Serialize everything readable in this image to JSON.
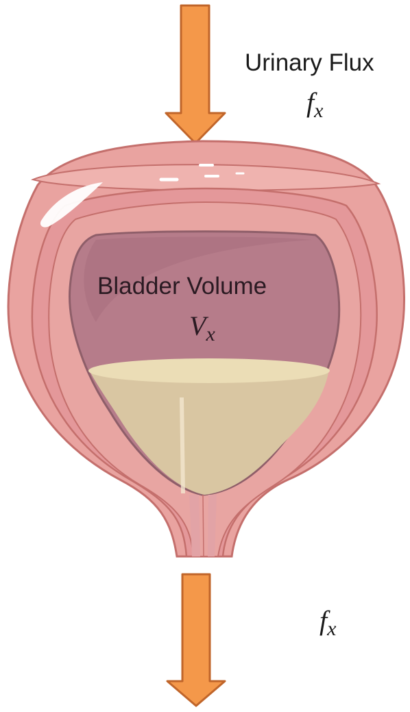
{
  "inflow": {
    "label": "Urinary Flux",
    "symbol": "f",
    "subscript": "x"
  },
  "bladder": {
    "label": "Bladder Volume",
    "symbol": "V",
    "subscript": "x"
  },
  "outflow": {
    "symbol": "f",
    "subscript": "x"
  },
  "colors": {
    "arrow_fill": "#F4984A",
    "arrow_stroke": "#C0652A",
    "bladder_wall": "#E9A3A0",
    "bladder_outline": "#C46F6C",
    "lumen": "#B67C8A",
    "urine_surface": "#EBDDB6",
    "urine_body": "#D9C6A2"
  }
}
